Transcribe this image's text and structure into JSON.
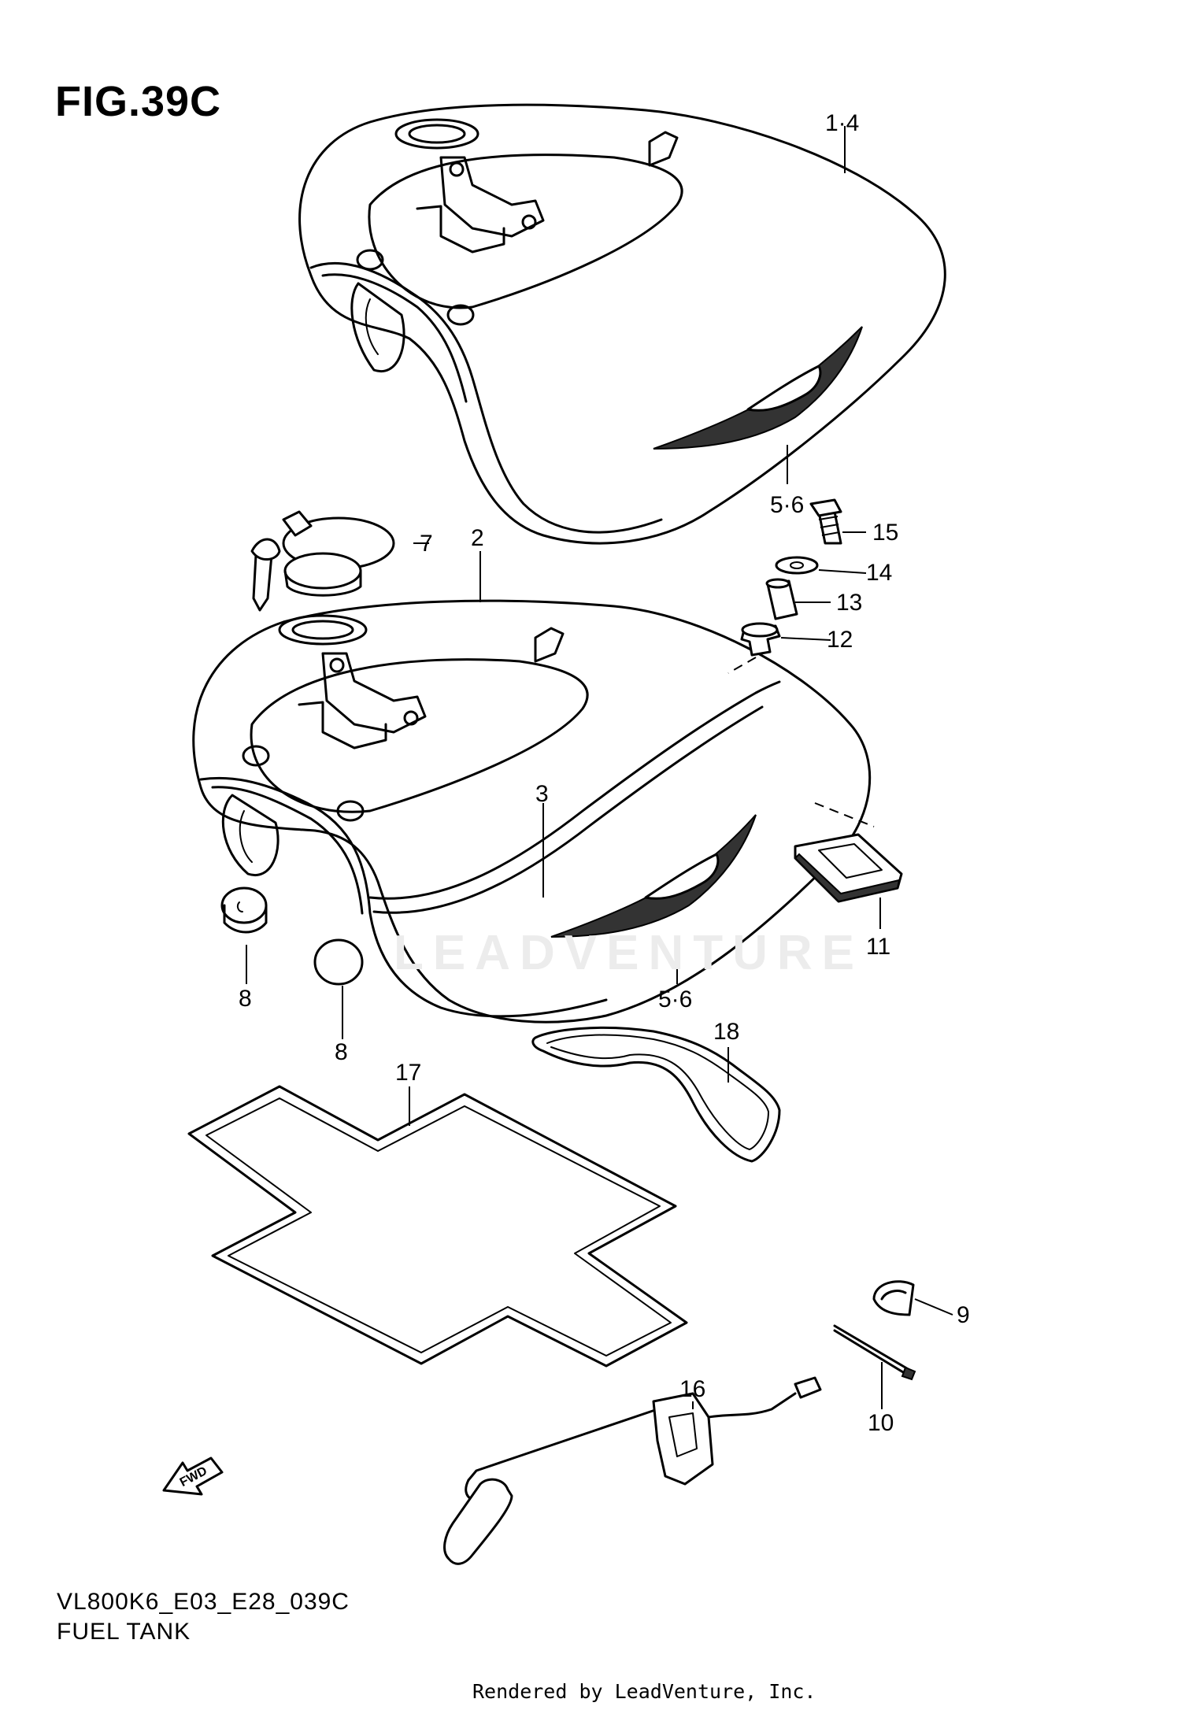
{
  "figure": {
    "title": "FIG.39C",
    "model_code": "VL800K6_E03_E28_039C",
    "section_name": "FUEL TANK",
    "rendered_by": "Rendered by LeadVenture, Inc.",
    "watermark": "LEADVENTURE",
    "fwd_label": "FWD"
  },
  "callouts": [
    {
      "id": "c-1-4",
      "label": "1·4"
    },
    {
      "id": "c-5-6-upper",
      "label": "5·6"
    },
    {
      "id": "c-7",
      "label": "7"
    },
    {
      "id": "c-2",
      "label": "2"
    },
    {
      "id": "c-15",
      "label": "15"
    },
    {
      "id": "c-14",
      "label": "14"
    },
    {
      "id": "c-13",
      "label": "13"
    },
    {
      "id": "c-12",
      "label": "12"
    },
    {
      "id": "c-3",
      "label": "3"
    },
    {
      "id": "c-11",
      "label": "11"
    },
    {
      "id": "c-8-left",
      "label": "8"
    },
    {
      "id": "c-5-6-lower",
      "label": "5·6"
    },
    {
      "id": "c-8-center",
      "label": "8"
    },
    {
      "id": "c-18",
      "label": "18"
    },
    {
      "id": "c-17",
      "label": "17"
    },
    {
      "id": "c-9",
      "label": "9"
    },
    {
      "id": "c-10",
      "label": "10"
    },
    {
      "id": "c-16",
      "label": "16"
    }
  ]
}
